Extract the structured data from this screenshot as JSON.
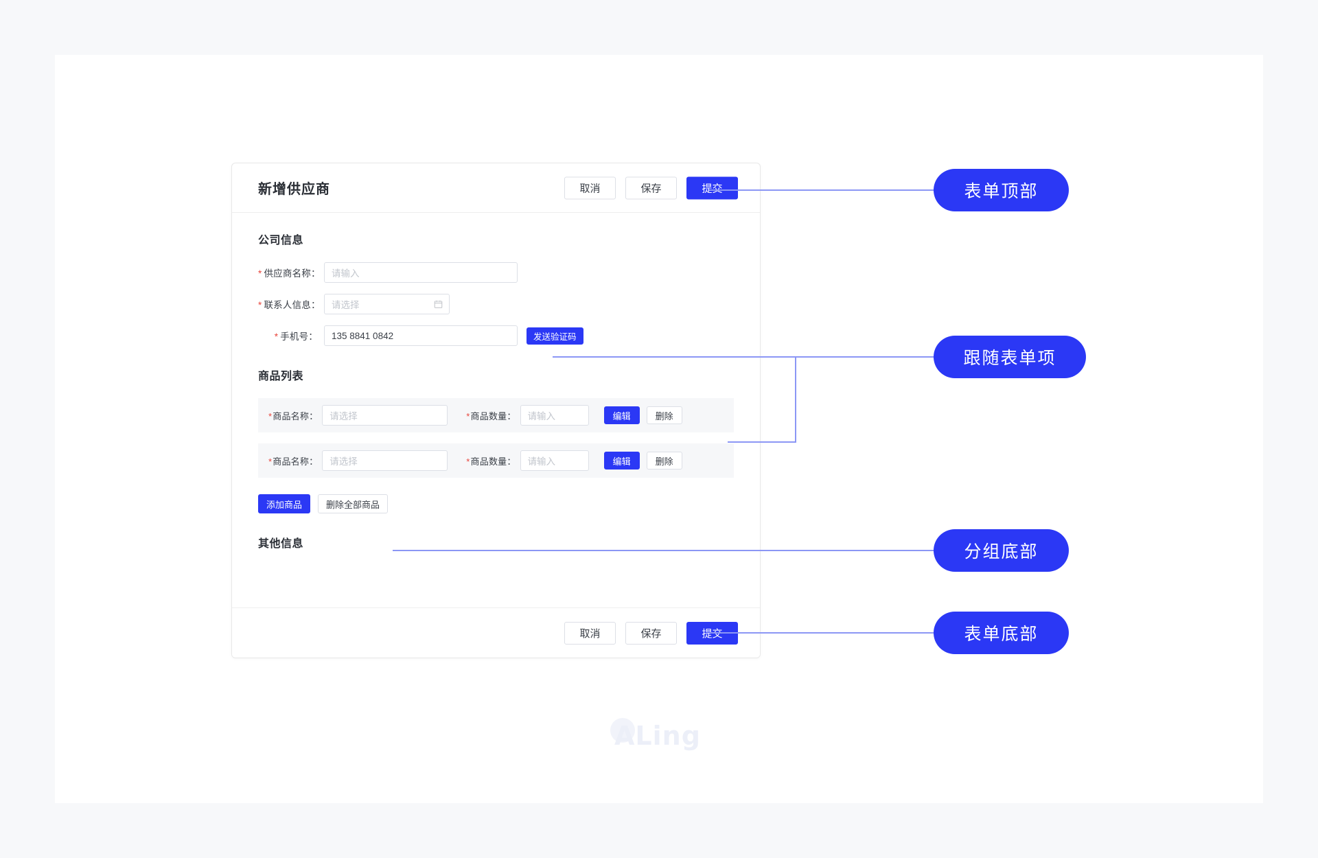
{
  "page": {
    "background": "#f7f8fa",
    "canvas_background": "#ffffff",
    "accent": "#2b38f5",
    "required_color": "#e8453c",
    "watermark": "ALing"
  },
  "form": {
    "title": "新增供应商",
    "header_actions": [
      {
        "label": "取消",
        "type": "default"
      },
      {
        "label": "保存",
        "type": "default"
      },
      {
        "label": "提交",
        "type": "primary"
      }
    ],
    "footer_actions": [
      {
        "label": "取消",
        "type": "default"
      },
      {
        "label": "保存",
        "type": "default"
      },
      {
        "label": "提交",
        "type": "primary"
      }
    ],
    "sections": [
      {
        "title": "公司信息",
        "fields": [
          {
            "label": "供应商名称：",
            "required": true,
            "placeholder": "请输入",
            "value": "",
            "control": "text"
          },
          {
            "label": "联系人信息：",
            "required": true,
            "placeholder": "请选择",
            "value": "",
            "control": "date",
            "icon": "calendar-icon"
          },
          {
            "label": "手机号：",
            "required": true,
            "placeholder": "",
            "value": "135 8841 0842",
            "control": "text",
            "suffix_button": "发送验证码"
          }
        ]
      },
      {
        "title": "商品列表",
        "rows": [
          {
            "name_label": "商品名称：",
            "name_placeholder": "请选择",
            "qty_label": "商品数量：",
            "qty_placeholder": "请输入",
            "edit_label": "编辑",
            "delete_label": "删除"
          },
          {
            "name_label": "商品名称：",
            "name_placeholder": "请选择",
            "qty_label": "商品数量：",
            "qty_placeholder": "请输入",
            "edit_label": "编辑",
            "delete_label": "删除"
          }
        ],
        "group_actions": [
          {
            "label": "添加商品",
            "type": "primary"
          },
          {
            "label": "删除全部商品",
            "type": "ghost"
          }
        ]
      },
      {
        "title": "其他信息"
      }
    ]
  },
  "annotations": [
    {
      "label": "表单顶部",
      "target": "header-actions"
    },
    {
      "label": "跟随表单项",
      "target": "inline-field-actions"
    },
    {
      "label": "分组底部",
      "target": "group-actions"
    },
    {
      "label": "表单底部",
      "target": "footer-actions"
    }
  ]
}
